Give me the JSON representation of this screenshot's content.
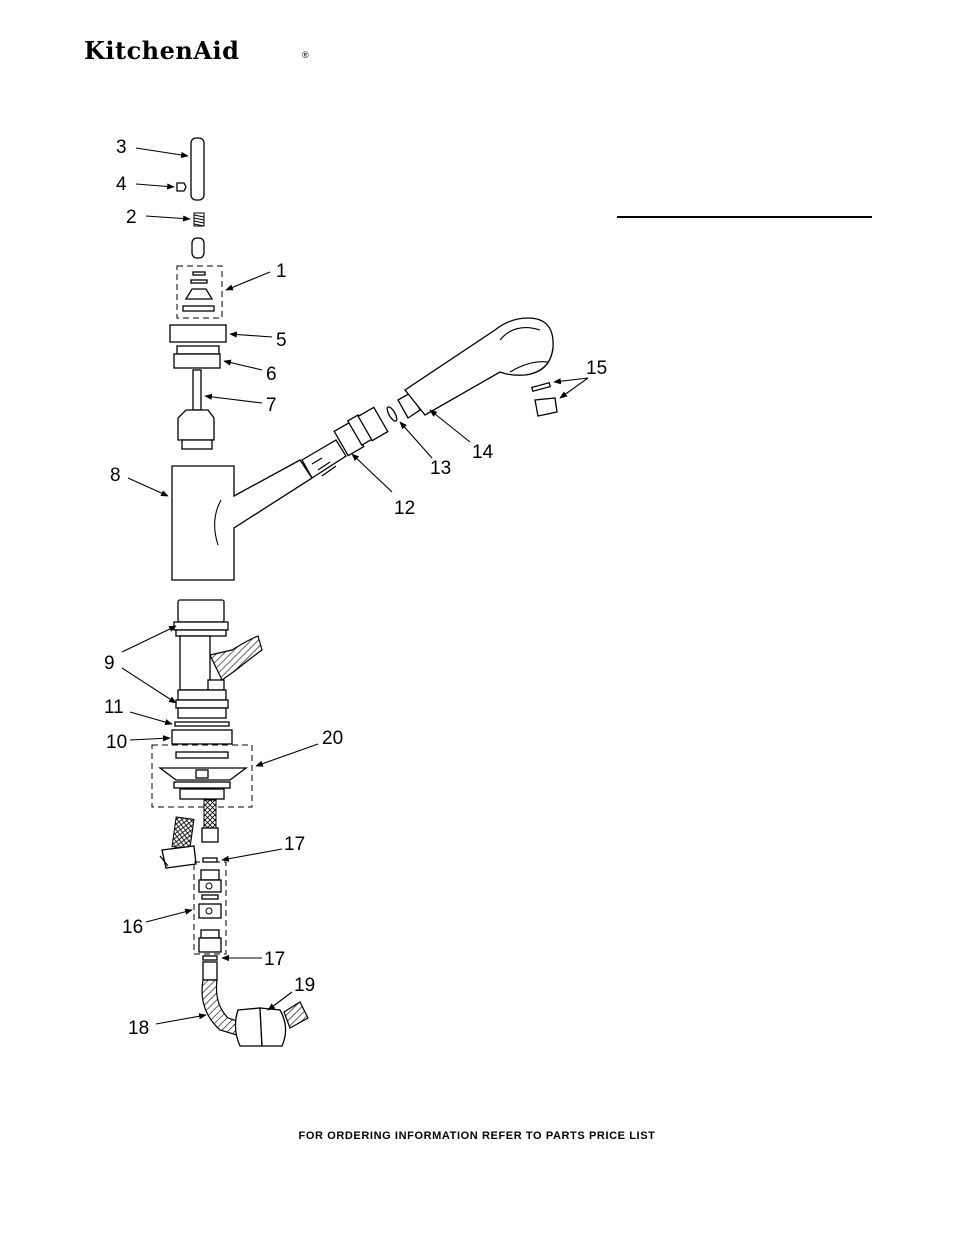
{
  "brand": {
    "name": "KitchenAid",
    "registered_mark": "®"
  },
  "footer": {
    "text": "FOR ORDERING INFORMATION REFER TO PARTS PRICE LIST"
  },
  "callouts": [
    {
      "id": "c3",
      "label": "3"
    },
    {
      "id": "c4",
      "label": "4"
    },
    {
      "id": "c2",
      "label": "2"
    },
    {
      "id": "c1",
      "label": "1"
    },
    {
      "id": "c5",
      "label": "5"
    },
    {
      "id": "c6",
      "label": "6"
    },
    {
      "id": "c7",
      "label": "7"
    },
    {
      "id": "c8",
      "label": "8"
    },
    {
      "id": "c15",
      "label": "15"
    },
    {
      "id": "c13",
      "label": "13"
    },
    {
      "id": "c14",
      "label": "14"
    },
    {
      "id": "c12",
      "label": "12"
    },
    {
      "id": "c9",
      "label": "9"
    },
    {
      "id": "c11",
      "label": "11"
    },
    {
      "id": "c10",
      "label": "10"
    },
    {
      "id": "c20",
      "label": "20"
    },
    {
      "id": "c17a",
      "label": "17"
    },
    {
      "id": "c16",
      "label": "16"
    },
    {
      "id": "c17b",
      "label": "17"
    },
    {
      "id": "c19",
      "label": "19"
    },
    {
      "id": "c18",
      "label": "18"
    }
  ]
}
